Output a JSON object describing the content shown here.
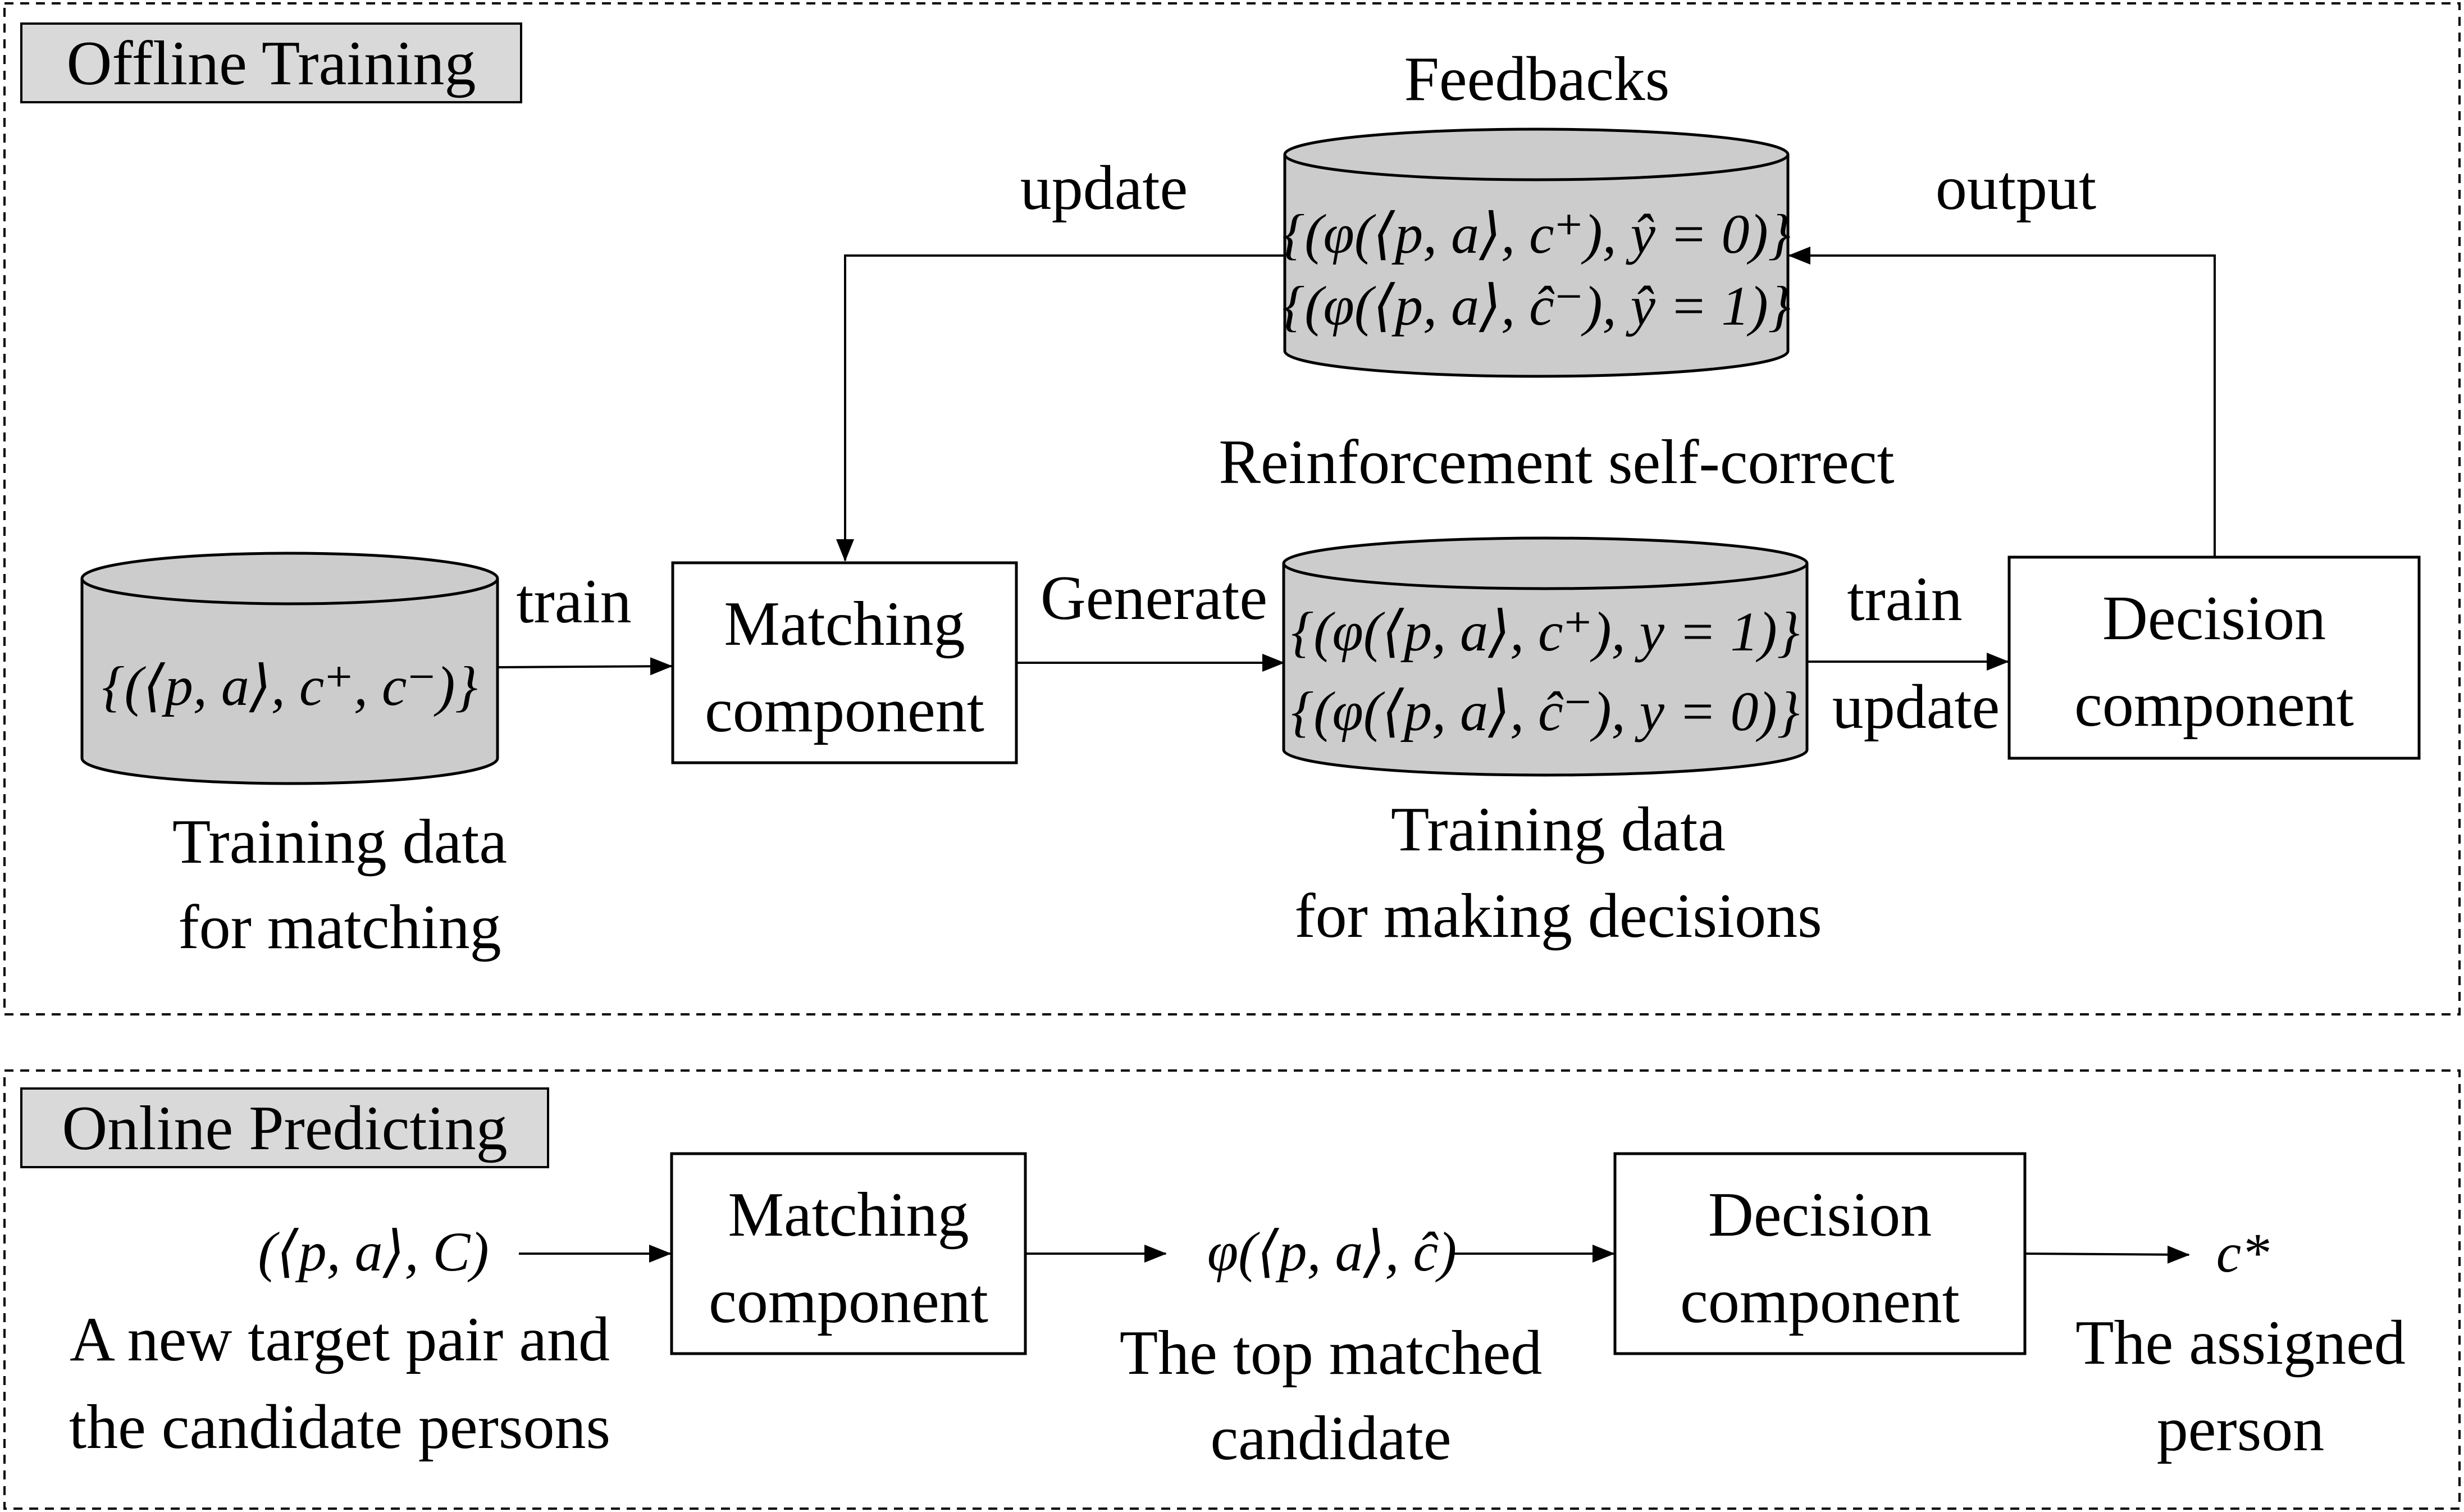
{
  "colors": {
    "db_fill": "#cccccc",
    "tag_fill": "#d9d9d9",
    "stroke": "#000000",
    "background": "#ffffff"
  },
  "offline": {
    "title": "Offline Training",
    "feedbacks_title": "Feedbacks",
    "feedback_line1": "{(φ(⟨p, a⟩, c⁺), ŷ = 0)}",
    "feedback_line2": "{(φ(⟨p, a⟩, ĉ⁻), ŷ = 1)}",
    "update_label": "update",
    "output_label": "output",
    "reinforcement_label": "Reinforcement self-correct",
    "train_label": "train",
    "generate_label": "Generate",
    "train2_label": "train",
    "update2_label": "update",
    "training_data_match_formula": "{(⟨p, a⟩, c⁺, c⁻)}",
    "training_data_match_caption_1": "Training data",
    "training_data_match_caption_2": "for matching",
    "matching_line1": "Matching",
    "matching_line2": "component",
    "decision_line1": "Decision",
    "decision_line2": "component",
    "decisions_data_line1": "{(φ(⟨p, a⟩, c⁺), y = 1)}",
    "decisions_data_line2": "{(φ(⟨p, a⟩, ĉ⁻), y = 0)}",
    "decisions_caption_1": "Training data",
    "decisions_caption_2": "for making decisions"
  },
  "online": {
    "title": "Online Predicting",
    "input_formula": "(⟨p, a⟩, C)",
    "input_caption_1": "A new target pair and",
    "input_caption_2": "the candidate persons",
    "matching_line1": "Matching",
    "matching_line2": "component",
    "top_formula": "φ(⟨p, a⟩, ĉ)",
    "top_caption_1": "The top matched",
    "top_caption_2": "candidate",
    "decision_line1": "Decision",
    "decision_line2": "component",
    "output_formula": "c*",
    "output_caption_1": "The assigned",
    "output_caption_2": "person"
  }
}
